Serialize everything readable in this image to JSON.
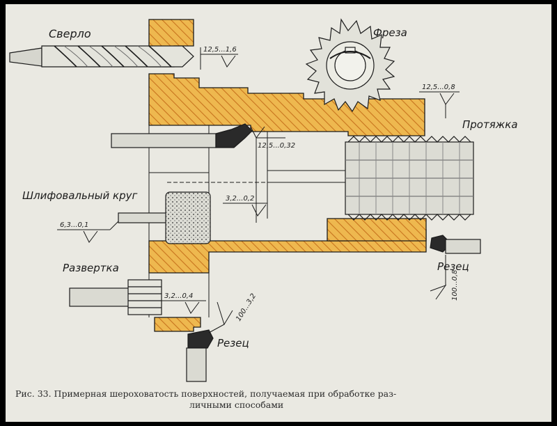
{
  "labels": {
    "drill": "Сверло",
    "mill": "Фреза",
    "broach": "Протяжка",
    "grinding_wheel": "Шлифовальный круг",
    "reamer": "Развертка",
    "cutter_right": "Резец",
    "cutter_bottom": "Резец"
  },
  "roughness": {
    "drill": "12,5...1,6",
    "mill": "12,5...0,8",
    "bore": "12,5...0,32",
    "grind_inner": "3,2...0,2",
    "grind_left": "6,3...0,1",
    "reamer": "3,2...0,4",
    "cutter_bottom": "100...3,2",
    "cutter_right": "100...0,8"
  },
  "caption": {
    "line1": "Рис. 33. Примерная шероховатость поверхностей, получаемая при обработке раз-",
    "line2": "личными способами"
  },
  "colors": {
    "part_fill": "#eeb84f",
    "hatch": "#c8741e",
    "ink": "#1b1b1b",
    "paper": "#eae9e2"
  }
}
